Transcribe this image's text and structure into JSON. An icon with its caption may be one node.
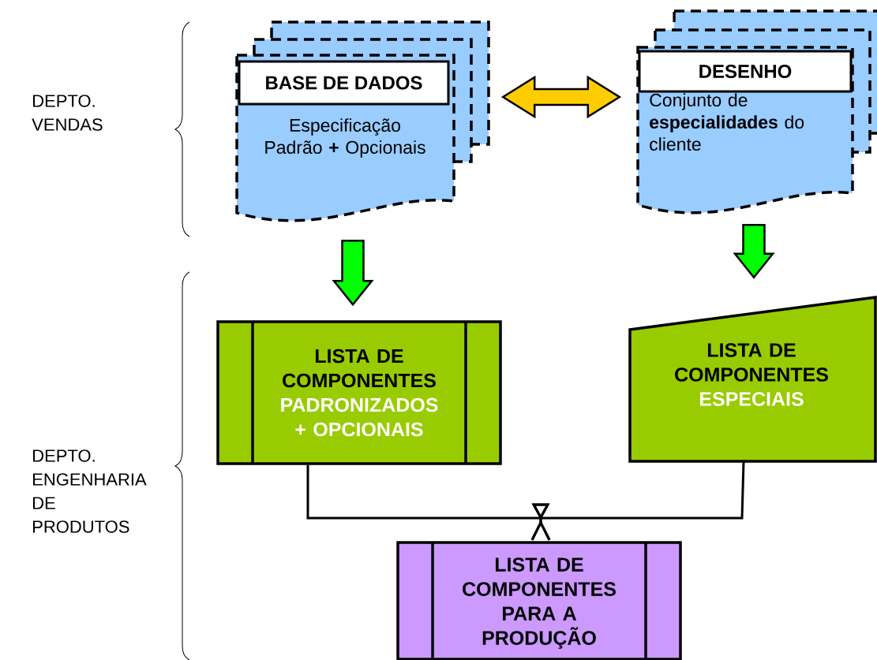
{
  "diagram": {
    "nodes": [
      {
        "text": [
          "BASE DE DADOS",
          "Especificação Padrão **+** Opcionais"
        ]
      },
      {
        "text": [
          "DESENHO",
          "Conjunto de **especialidades** do cliente"
        ]
      },
      {
        "text": [
          "LISTA DE COMPONENTES",
          "PADRONIZADOS + OPCIONAIS"
        ]
      },
      {
        "text": [
          "LISTA DE COMPONENTES",
          "ESPECIAIS"
        ]
      },
      {
        "text": [
          "LISTA DE COMPONENTES PARA A PRODUÇÃO"
        ]
      }
    ],
    "edges": [
      {
        "from": 0,
        "to": 1,
        "arrow": "both",
        "style": "thick",
        "color": "#ffcc00"
      },
      {
        "from": 0,
        "to": 2,
        "arrow": "to",
        "style": "thick",
        "color": "#00ff00"
      },
      {
        "from": 1,
        "to": 3,
        "arrow": "to",
        "style": "thick",
        "color": "#00ff00"
      },
      {
        "from": 2,
        "to": 4,
        "arrow": "other"
      },
      {
        "from": 3,
        "to": 4,
        "arrow": "other"
      }
    ],
    "labels": [
      "DEPTO. VENDAS",
      "DEPTO. ENGENHARIA DE PRODUTOS"
    ]
  }
}
